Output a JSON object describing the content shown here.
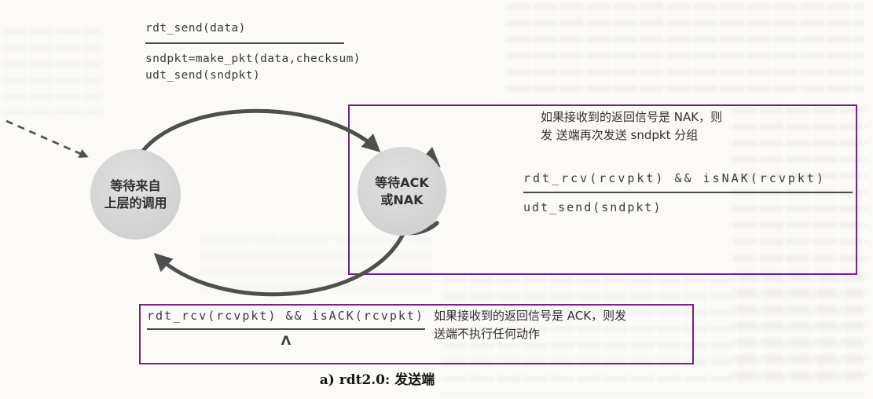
{
  "diagram": {
    "caption": "a) rdt2.0: 发送端",
    "states": {
      "wait_call": {
        "line1": "等待来自",
        "line2": "上层的调用"
      },
      "wait_ack": {
        "line1": "等待ACK",
        "line2": "或NAK"
      }
    },
    "transitions": {
      "send": {
        "event": "rdt_send(data)",
        "action1": "sndpkt=make_pkt(data,checksum)",
        "action2": "udt_send(sndpkt)"
      },
      "nak": {
        "event": "rdt_rcv(rcvpkt) && isNAK(rcvpkt)",
        "action": "udt_send(sndpkt)"
      },
      "ack": {
        "event": "rdt_rcv(rcvpkt) && isACK(rcvpkt)",
        "action": "Λ"
      }
    },
    "notes": {
      "nak": {
        "line1": "如果接收到的返回信号是 NAK，则",
        "line2": "发 送端再次发送 sndpkt 分组"
      },
      "ack": {
        "line1": "如果接收到的返回信号是 ACK，则发",
        "line2": "送端不执行任何动作"
      }
    },
    "colors": {
      "box_border": "#6e2585",
      "arrow": "#4f4f4f",
      "state_fill": "#d2d2d2"
    }
  }
}
